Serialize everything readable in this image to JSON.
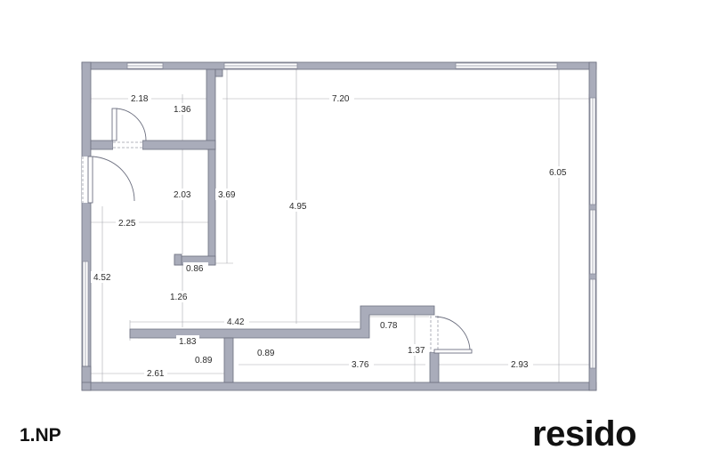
{
  "floor_label": "1.NP",
  "brand": "resido",
  "colors": {
    "wall_fill": "#a9acba",
    "wall_stroke": "#6d7080",
    "text": "#2b2b2b"
  },
  "dimensions": [
    {
      "id": "d218",
      "label": "2.18"
    },
    {
      "id": "d136",
      "label": "1.36"
    },
    {
      "id": "d720",
      "label": "7.20"
    },
    {
      "id": "d605",
      "label": "6.05"
    },
    {
      "id": "d203",
      "label": "2.03"
    },
    {
      "id": "d369",
      "label": "3.69"
    },
    {
      "id": "d495",
      "label": "4.95"
    },
    {
      "id": "d225",
      "label": "2.25"
    },
    {
      "id": "d086",
      "label": "0.86"
    },
    {
      "id": "d452",
      "label": "4.52"
    },
    {
      "id": "d126",
      "label": "1.26"
    },
    {
      "id": "d442",
      "label": "4.42"
    },
    {
      "id": "d078",
      "label": "0.78"
    },
    {
      "id": "d183",
      "label": "1.83"
    },
    {
      "id": "d089a",
      "label": "0.89"
    },
    {
      "id": "d089b",
      "label": "0.89"
    },
    {
      "id": "d137",
      "label": "1.37"
    },
    {
      "id": "d376",
      "label": "3.76"
    },
    {
      "id": "d293",
      "label": "2.93"
    },
    {
      "id": "d261",
      "label": "2.61"
    }
  ]
}
